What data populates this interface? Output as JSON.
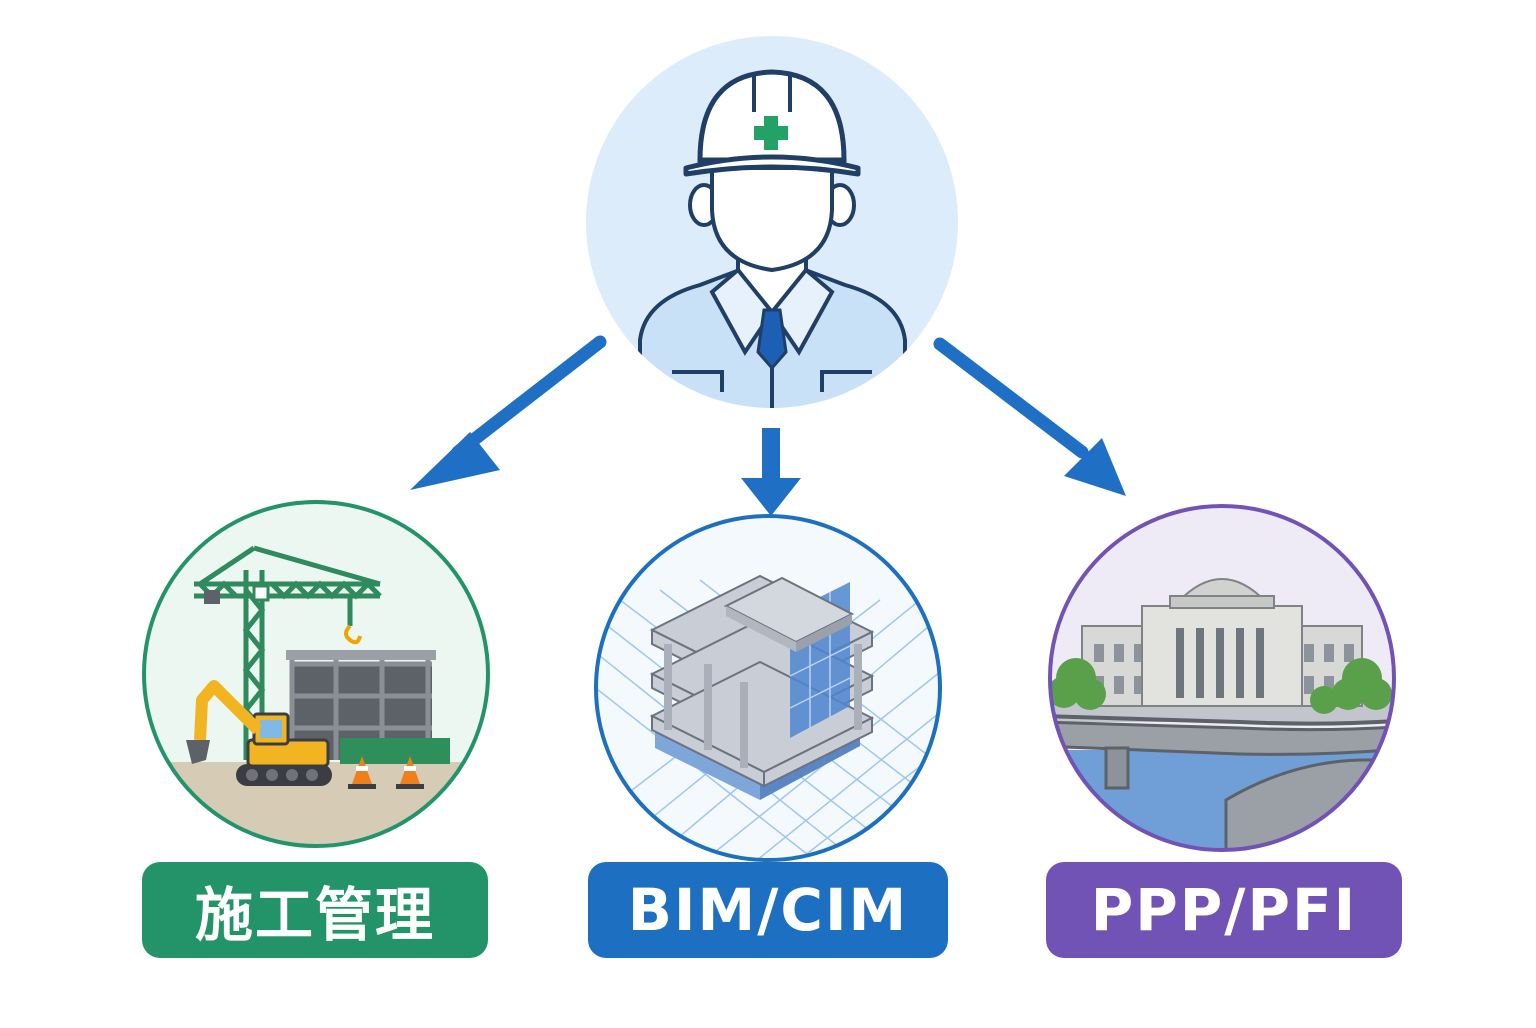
{
  "colors": {
    "arrow": "#1f6fc5",
    "green": "#23946a",
    "blue": "#1d6fc2",
    "purple": "#7152b5",
    "top_circle_bg": "#dcecfa"
  },
  "center": {
    "icon": "construction-engineer-icon"
  },
  "nodes": [
    {
      "label": "施工管理",
      "icon": "construction-site-icon",
      "color": "#23946a"
    },
    {
      "label": "BIM/CIM",
      "icon": "3d-building-model-icon",
      "color": "#1d6fc2"
    },
    {
      "label": "PPP/PFI",
      "icon": "public-building-bridge-icon",
      "color": "#7152b5"
    }
  ]
}
